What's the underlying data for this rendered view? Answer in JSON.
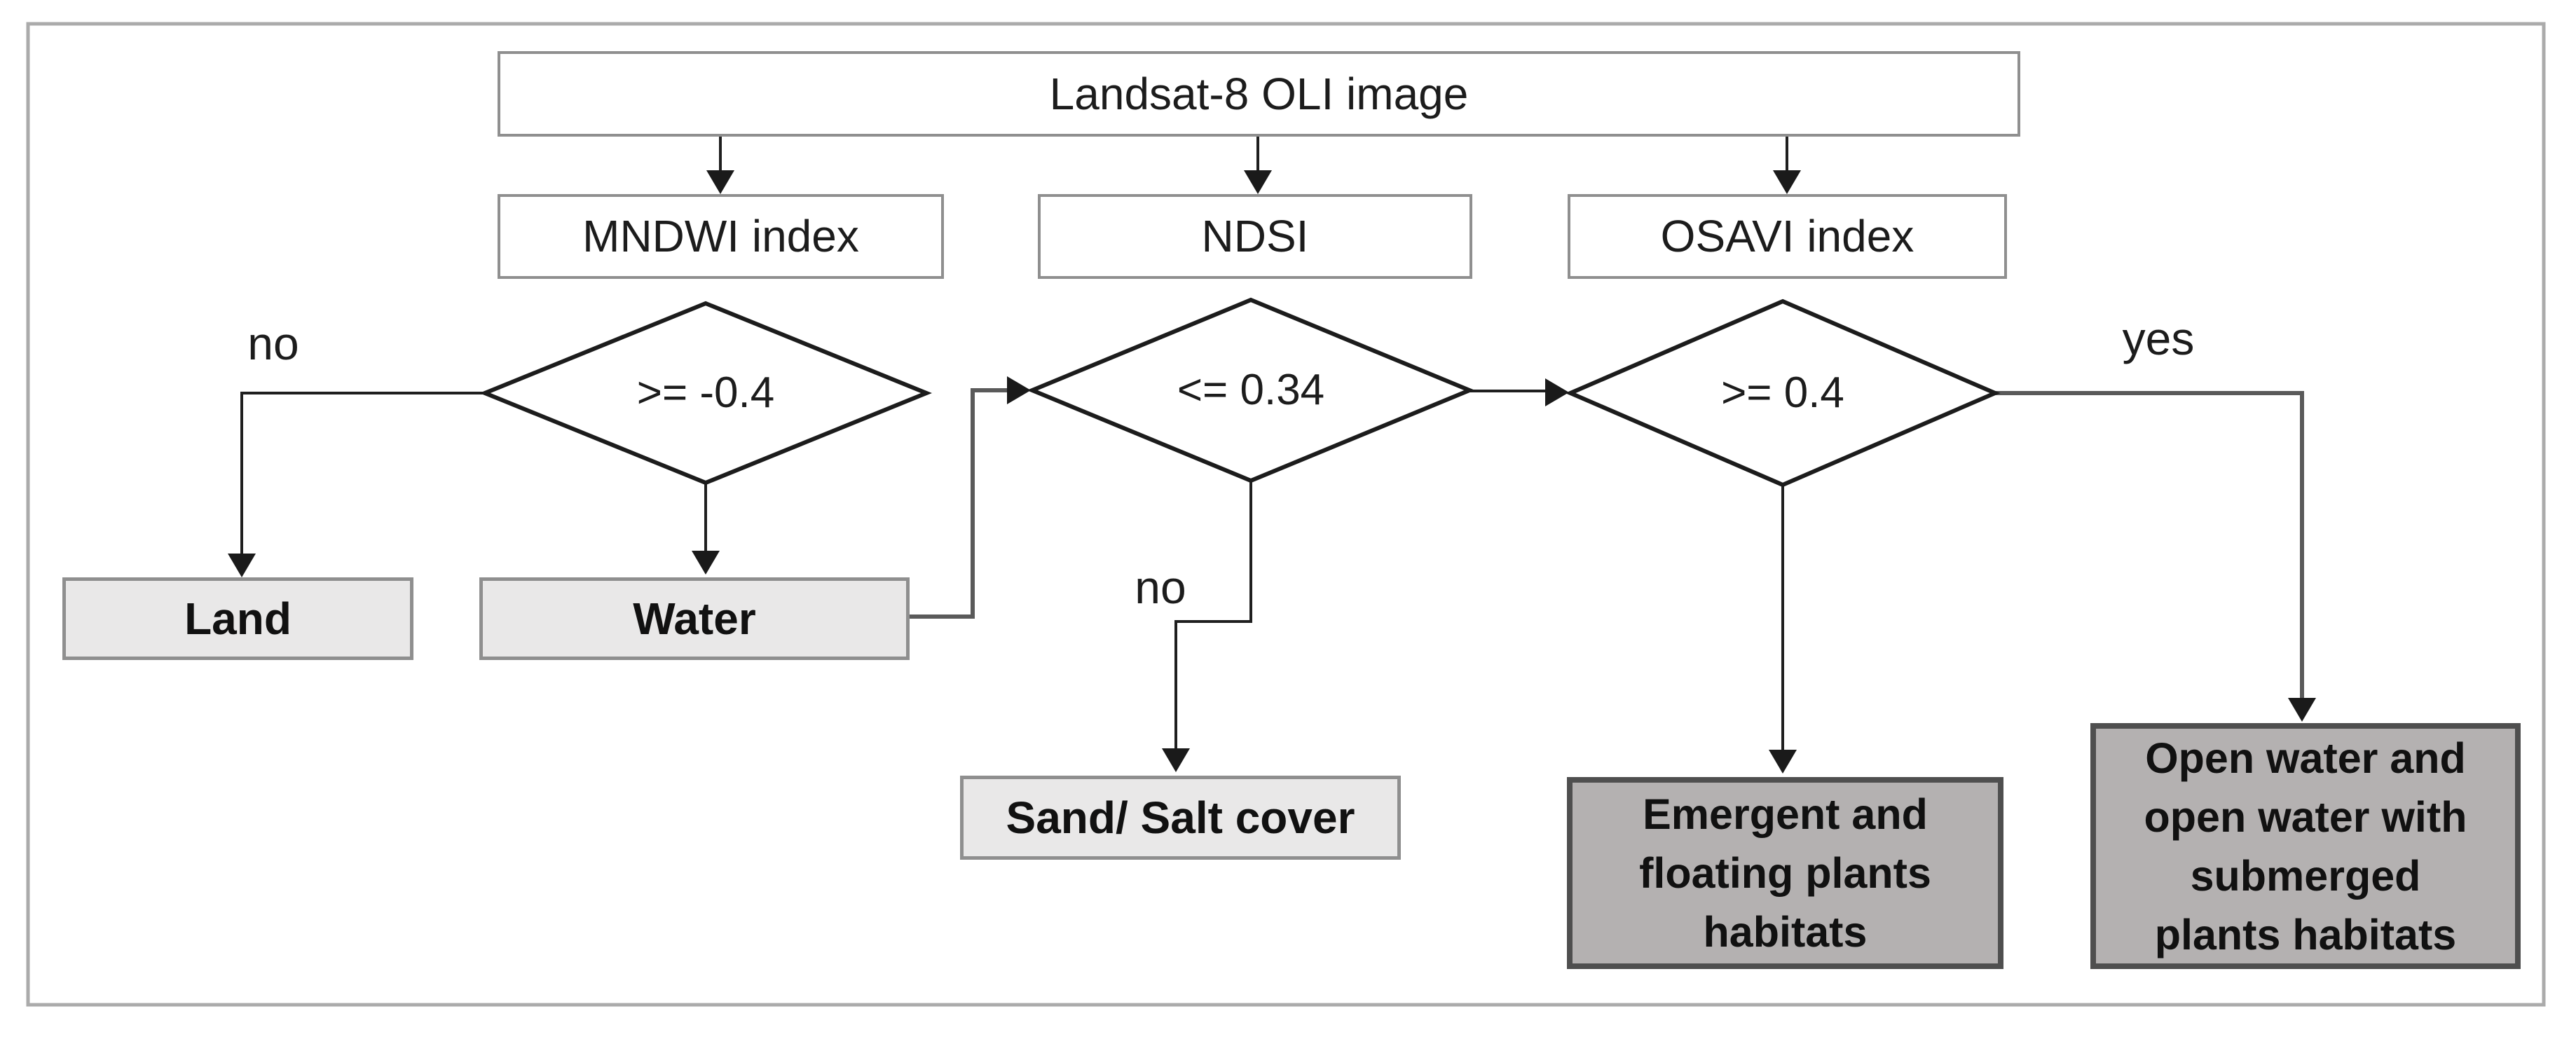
{
  "diagram": {
    "title_box": "Landsat-8 OLI image",
    "index_boxes": [
      {
        "label": "MNDWI index"
      },
      {
        "label": "NDSI"
      },
      {
        "label": "OSAVI index"
      }
    ],
    "decisions": [
      {
        "condition": ">= -0.4"
      },
      {
        "condition": "<= 0.34"
      },
      {
        "condition": ">= 0.4"
      }
    ],
    "edge_labels": {
      "mndwi_no": "no",
      "ndsi_no": "no",
      "osavi_yes": "yes"
    },
    "results": {
      "land": "Land",
      "water": "Water",
      "sand": "Sand/ Salt cover",
      "emergent": "Emergent and\nfloating plants\nhabitats",
      "open_water": "Open water and\nopen water with\nsubmerged\nplants habitats"
    },
    "colors": {
      "result_light_fill": "#e9e8e8",
      "result_light_border": "#8f8f8f",
      "result_dark_fill": "#b4b1b1",
      "result_dark_border": "#4f4f4f",
      "process_box_border": "#8f8f8f",
      "frame_border": "#ababab",
      "connector_black": "#1f1f1f",
      "connector_gray": "#5a5a5a",
      "text": "#1c1c1c"
    }
  }
}
